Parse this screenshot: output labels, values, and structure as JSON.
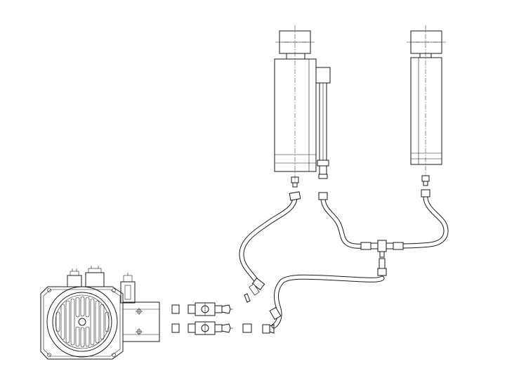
{
  "diagram": {
    "background_color": "#ffffff",
    "line_color": "#1a1a1a",
    "components": [
      {
        "id": "pump-unit",
        "label": ""
      },
      {
        "id": "valve-upper",
        "label": ""
      },
      {
        "id": "valve-lower",
        "label": ""
      },
      {
        "id": "cylinder-left",
        "label": ""
      },
      {
        "id": "cylinder-right",
        "label": ""
      },
      {
        "id": "hose-left-cylinder",
        "label": ""
      },
      {
        "id": "hose-return",
        "label": ""
      },
      {
        "id": "hose-right-cylinder",
        "label": ""
      },
      {
        "id": "hose-feed",
        "label": ""
      },
      {
        "id": "tee-fitting",
        "label": ""
      }
    ]
  }
}
